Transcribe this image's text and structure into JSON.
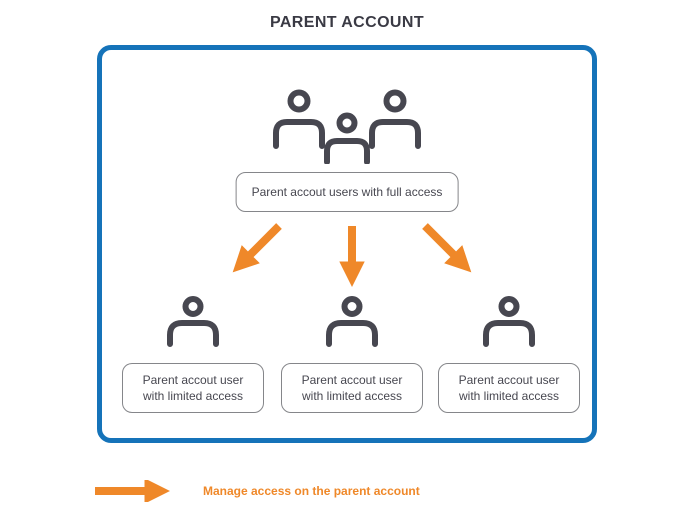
{
  "page": {
    "title": "PARENT ACCOUNT"
  },
  "diagram": {
    "full_access_group": {
      "icon": "users-group-icon",
      "label": "Parent accout users with full access"
    },
    "limited_access_users": [
      {
        "icon": "user-icon",
        "label": "Parent accout user with limited access"
      },
      {
        "icon": "user-icon",
        "label": "Parent accout user with limited access"
      },
      {
        "icon": "user-icon",
        "label": "Parent accout user with limited access"
      }
    ],
    "arrow_count": 3
  },
  "legend": {
    "icon": "right-arrow-icon",
    "label": "Manage access on the parent account"
  },
  "colors": {
    "accent_blue": "#1573b9",
    "accent_orange": "#ef8829",
    "icon_grey": "#474750",
    "title_dark": "#3a3a44",
    "box_border_grey": "#85868a"
  }
}
